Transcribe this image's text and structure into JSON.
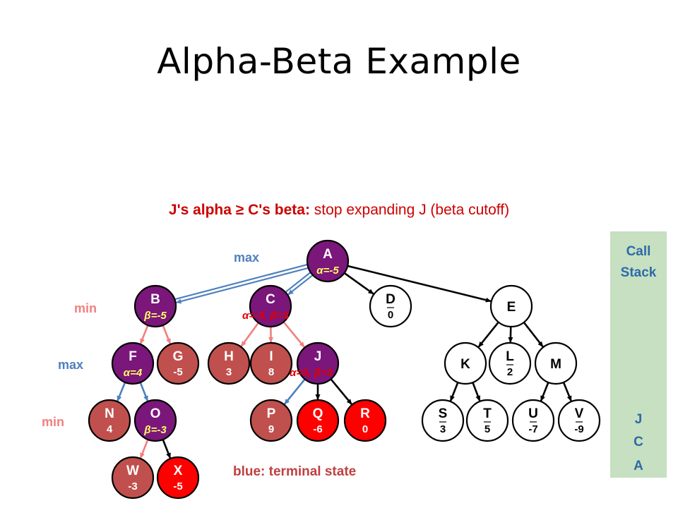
{
  "title": "Alpha-Beta Example",
  "headline": {
    "strong": "J's alpha ≥ C's beta:",
    "rest": " stop expanding J (beta cutoff)"
  },
  "levels": [
    {
      "text": "max",
      "kind": "max"
    },
    {
      "text": "min",
      "kind": "min"
    },
    {
      "text": "max",
      "kind": "max"
    },
    {
      "text": "min",
      "kind": "min"
    }
  ],
  "legend": "blue: terminal state",
  "call_stack": {
    "title": "Call\nStack",
    "items": [
      "J",
      "C",
      "A"
    ]
  },
  "colors": {
    "purple": "#7b167b",
    "red_dark": "#c0504d",
    "red_bright": "#ff0000",
    "white": "#ffffff",
    "edge_blue": "#4f81bd",
    "edge_pink": "#f08080",
    "edge_black": "#000000",
    "ann_yellow": "#ffff66",
    "ann_red": "#e00000"
  },
  "nodes": [
    {
      "id": "A",
      "label": "A",
      "annotation": "α=-5",
      "fill": "purple"
    },
    {
      "id": "B",
      "label": "B",
      "annotation": "β=-5",
      "fill": "purple"
    },
    {
      "id": "C",
      "label": "C",
      "annotation": "α=-5, β=3",
      "fill": "purple",
      "ann_color": "red"
    },
    {
      "id": "D",
      "label": "D",
      "value": "0",
      "fill": "white"
    },
    {
      "id": "E",
      "label": "E",
      "fill": "white"
    },
    {
      "id": "F",
      "label": "F",
      "annotation": "α=4",
      "fill": "purple"
    },
    {
      "id": "G",
      "label": "G",
      "value": "-5",
      "fill": "red_dark"
    },
    {
      "id": "H",
      "label": "H",
      "value": "3",
      "fill": "red_dark"
    },
    {
      "id": "I",
      "label": "I",
      "value": "8",
      "fill": "red_dark"
    },
    {
      "id": "J",
      "label": "J",
      "annotation": "α=9, β=3",
      "fill": "purple",
      "ann_color": "red"
    },
    {
      "id": "K",
      "label": "K",
      "fill": "white"
    },
    {
      "id": "L",
      "label": "L",
      "value": "2",
      "fill": "white"
    },
    {
      "id": "M",
      "label": "M",
      "fill": "white"
    },
    {
      "id": "N",
      "label": "N",
      "value": "4",
      "fill": "red_dark"
    },
    {
      "id": "O",
      "label": "O",
      "annotation": "β=-3",
      "fill": "purple"
    },
    {
      "id": "P",
      "label": "P",
      "value": "9",
      "fill": "red_dark"
    },
    {
      "id": "Q",
      "label": "Q",
      "value": "-6",
      "fill": "red_bright"
    },
    {
      "id": "R",
      "label": "R",
      "value": "0",
      "fill": "red_bright"
    },
    {
      "id": "S",
      "label": "S",
      "value": "3",
      "fill": "white"
    },
    {
      "id": "T",
      "label": "T",
      "value": "5",
      "fill": "white"
    },
    {
      "id": "U",
      "label": "U",
      "value": "-7",
      "fill": "white"
    },
    {
      "id": "V",
      "label": "V",
      "value": "-9",
      "fill": "white"
    },
    {
      "id": "W",
      "label": "W",
      "value": "-3",
      "fill": "red_dark"
    },
    {
      "id": "X",
      "label": "X",
      "value": "-5",
      "fill": "red_bright"
    }
  ],
  "edges": [
    {
      "from": "A",
      "to": "B",
      "color": "edge_blue",
      "double": true
    },
    {
      "from": "A",
      "to": "C",
      "color": "edge_blue",
      "double": true
    },
    {
      "from": "A",
      "to": "D",
      "color": "edge_black"
    },
    {
      "from": "A",
      "to": "E",
      "color": "edge_black"
    },
    {
      "from": "B",
      "to": "F",
      "color": "edge_pink"
    },
    {
      "from": "B",
      "to": "G",
      "color": "edge_pink"
    },
    {
      "from": "C",
      "to": "H",
      "color": "edge_pink"
    },
    {
      "from": "C",
      "to": "I",
      "color": "edge_pink"
    },
    {
      "from": "C",
      "to": "J",
      "color": "edge_pink"
    },
    {
      "from": "E",
      "to": "K",
      "color": "edge_black"
    },
    {
      "from": "E",
      "to": "L",
      "color": "edge_black"
    },
    {
      "from": "E",
      "to": "M",
      "color": "edge_black"
    },
    {
      "from": "F",
      "to": "N",
      "color": "edge_blue"
    },
    {
      "from": "F",
      "to": "O",
      "color": "edge_blue"
    },
    {
      "from": "J",
      "to": "P",
      "color": "edge_blue"
    },
    {
      "from": "J",
      "to": "Q",
      "color": "edge_black"
    },
    {
      "from": "J",
      "to": "R",
      "color": "edge_black"
    },
    {
      "from": "K",
      "to": "S",
      "color": "edge_black"
    },
    {
      "from": "K",
      "to": "T",
      "color": "edge_black"
    },
    {
      "from": "M",
      "to": "U",
      "color": "edge_black"
    },
    {
      "from": "M",
      "to": "V",
      "color": "edge_black"
    },
    {
      "from": "O",
      "to": "W",
      "color": "edge_pink"
    },
    {
      "from": "O",
      "to": "X",
      "color": "edge_black"
    }
  ]
}
